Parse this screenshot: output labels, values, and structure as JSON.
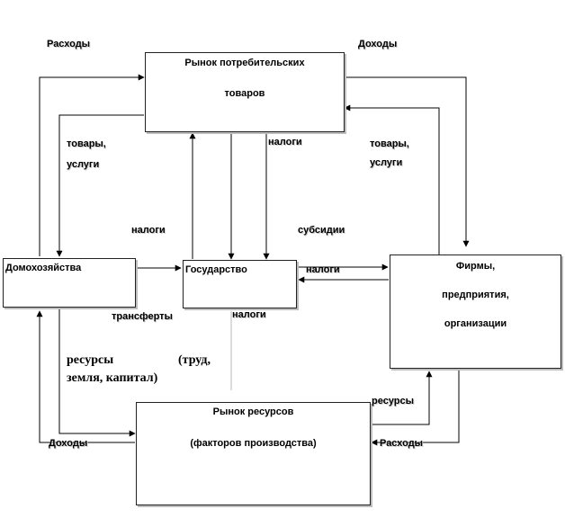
{
  "boxes": {
    "consumer_market": {
      "line1": "Рынок потребительских",
      "line2": "товаров"
    },
    "households": {
      "label": "Домохозяйства"
    },
    "state": {
      "label": "Государство"
    },
    "firms": {
      "line1": "Фирмы,",
      "line2": "предприятия,",
      "line3": "организации"
    },
    "resource_market": {
      "line1": "Рынок ресурсов",
      "line2": "(факторов производства)"
    }
  },
  "labels": {
    "expenses_top": "Расходы",
    "income_top": "Доходы",
    "goods_left_1": "товары,",
    "goods_left_2": "услуги",
    "goods_right_1": "товары,",
    "goods_right_2": "услуги",
    "taxes_top": "налоги",
    "taxes_mid_left": "налоги",
    "subsidies": "субсидии",
    "taxes_firms": "налоги",
    "transfers": "трансферты",
    "taxes_bottom": "налоги",
    "resources_right": "ресурсы",
    "income_bottom": "Доходы",
    "expenses_bottom": "Расходы"
  },
  "resources_note": {
    "word1": "ресурсы",
    "word2": "(труд,",
    "line2": "земля, капитал)"
  }
}
